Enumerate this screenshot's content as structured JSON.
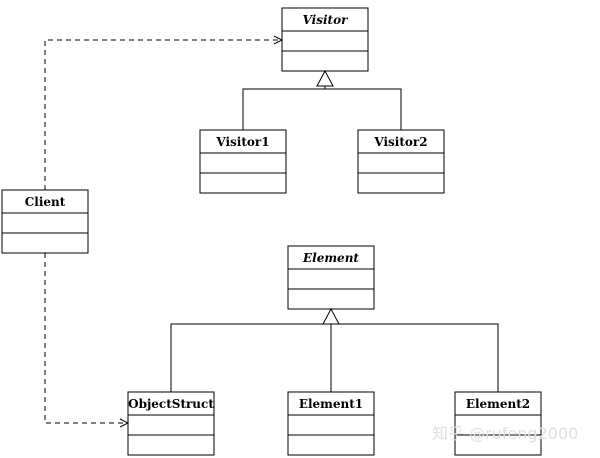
{
  "classes": {
    "visitor": {
      "name": "Visitor",
      "abstract": true
    },
    "visitor1": {
      "name": "Visitor1",
      "abstract": false
    },
    "visitor2": {
      "name": "Visitor2",
      "abstract": false
    },
    "client": {
      "name": "Client",
      "abstract": false
    },
    "element": {
      "name": "Element",
      "abstract": true
    },
    "object_struct": {
      "name": "ObjectStruct",
      "abstract": false
    },
    "element1": {
      "name": "Element1",
      "abstract": false
    },
    "element2": {
      "name": "Element2",
      "abstract": false
    }
  },
  "relations": [
    {
      "type": "dependency",
      "from": "Client",
      "to": "Visitor"
    },
    {
      "type": "dependency",
      "from": "Client",
      "to": "ObjectStruct"
    },
    {
      "type": "generalization",
      "from": "Visitor1",
      "to": "Visitor"
    },
    {
      "type": "generalization",
      "from": "Visitor2",
      "to": "Visitor"
    },
    {
      "type": "generalization",
      "from": "ObjectStruct",
      "to": "Element"
    },
    {
      "type": "generalization",
      "from": "Element1",
      "to": "Element"
    },
    {
      "type": "generalization",
      "from": "Element2",
      "to": "Element"
    }
  ],
  "watermark": "知乎 @rufeng2000"
}
